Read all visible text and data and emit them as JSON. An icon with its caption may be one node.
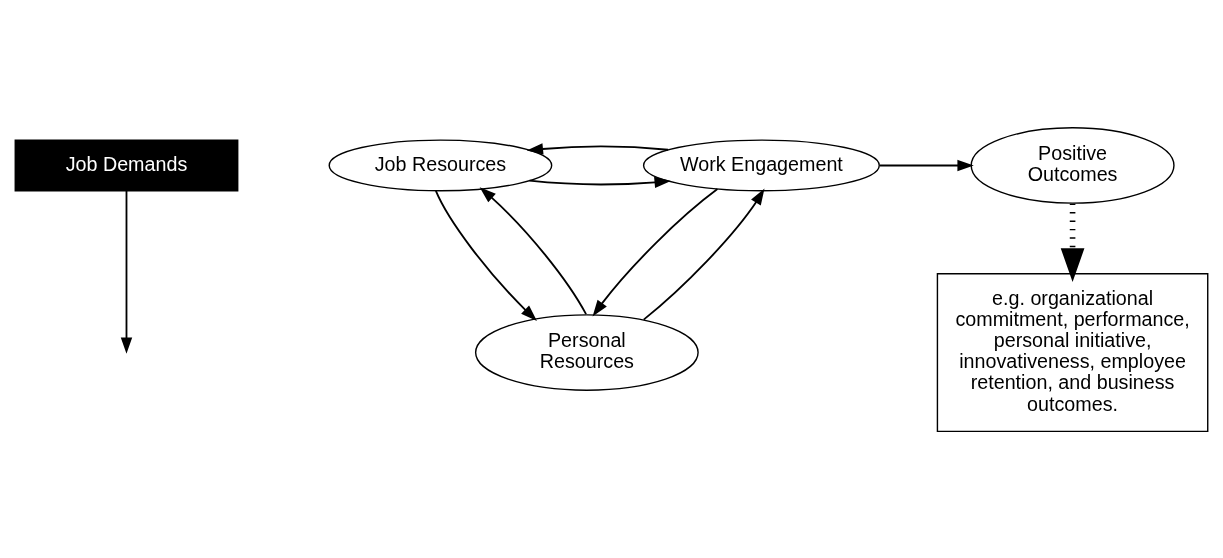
{
  "diagram": {
    "nodes": [
      {
        "text": [
          "Job Demands"
        ]
      },
      {
        "text": [
          "Job Resources"
        ]
      },
      {
        "text": [
          "Work Engagement"
        ]
      },
      {
        "text": [
          "Positive Outcomes"
        ]
      },
      {
        "text": [
          "Personal Resources"
        ]
      },
      {
        "text": [
          "e.g. organizational commitment, performance, personal initiative, innovativeness, employee retention, and business outcomes."
        ]
      }
    ],
    "edges": [
      {
        "from": 0,
        "to": null,
        "arrow": "to"
      },
      {
        "from": 1,
        "to": 2,
        "arrow": "to"
      },
      {
        "from": 2,
        "to": 1,
        "arrow": "to"
      },
      {
        "from": 2,
        "to": 3,
        "arrow": "to"
      },
      {
        "from": 4,
        "to": 1,
        "arrow": "to"
      },
      {
        "from": 1,
        "to": 4,
        "arrow": "to"
      },
      {
        "from": 4,
        "to": 2,
        "arrow": "to"
      },
      {
        "from": 2,
        "to": 4,
        "arrow": "to"
      },
      {
        "from": 3,
        "to": 5,
        "arrow": "to",
        "style": "dashed"
      }
    ]
  }
}
